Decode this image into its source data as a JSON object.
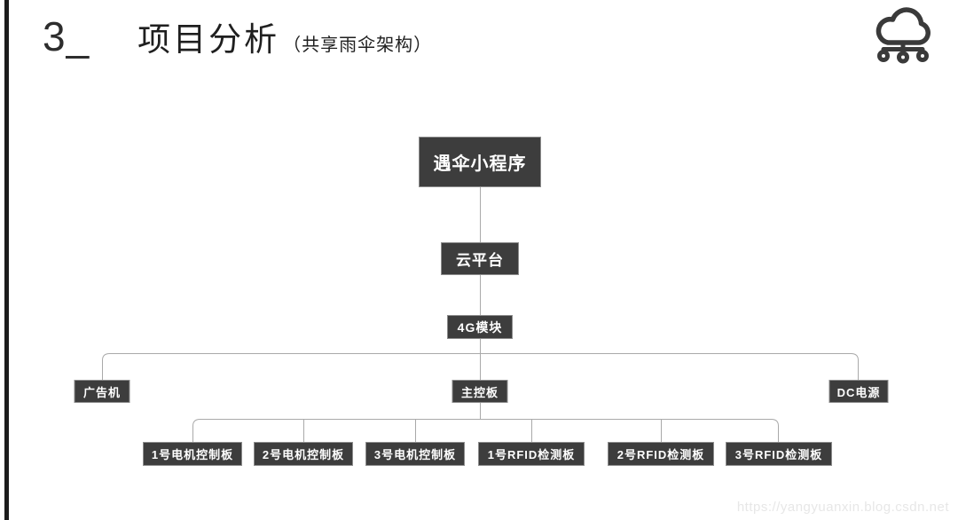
{
  "slide": {
    "section_number": "3_",
    "title": "项目分析",
    "subtitle": "（共享雨伞架构）"
  },
  "header_icon": "cloud-network-icon",
  "diagram": {
    "type": "tree",
    "colors": {
      "node_background": "#3d3d3d",
      "node_border": "#8c8c8c",
      "node_text": "#ffffff",
      "connector_line": "#a9a9a9"
    },
    "nodes": {
      "miniprogram": {
        "label": "遇伞小程序"
      },
      "cloud_platform": {
        "label": "云平台"
      },
      "module_4g": {
        "label": "4G模块"
      },
      "ad_machine": {
        "label": "广告机"
      },
      "main_board": {
        "label": "主控板"
      },
      "dc_power": {
        "label": "DC电源"
      },
      "motor1": {
        "label": "1号电机控制板"
      },
      "motor2": {
        "label": "2号电机控制板"
      },
      "motor3": {
        "label": "3号电机控制板"
      },
      "rfid1": {
        "label": "1号RFID检测板"
      },
      "rfid2": {
        "label": "2号RFID检测板"
      },
      "rfid3": {
        "label": "3号RFID检测板"
      }
    },
    "edges": [
      [
        "miniprogram",
        "cloud_platform"
      ],
      [
        "cloud_platform",
        "module_4g"
      ],
      [
        "module_4g",
        "ad_machine"
      ],
      [
        "module_4g",
        "main_board"
      ],
      [
        "module_4g",
        "dc_power"
      ],
      [
        "main_board",
        "motor1"
      ],
      [
        "main_board",
        "motor2"
      ],
      [
        "main_board",
        "motor3"
      ],
      [
        "main_board",
        "rfid1"
      ],
      [
        "main_board",
        "rfid2"
      ],
      [
        "main_board",
        "rfid3"
      ]
    ]
  },
  "watermark": "https://yangyuanxin.blog.csdn.net"
}
